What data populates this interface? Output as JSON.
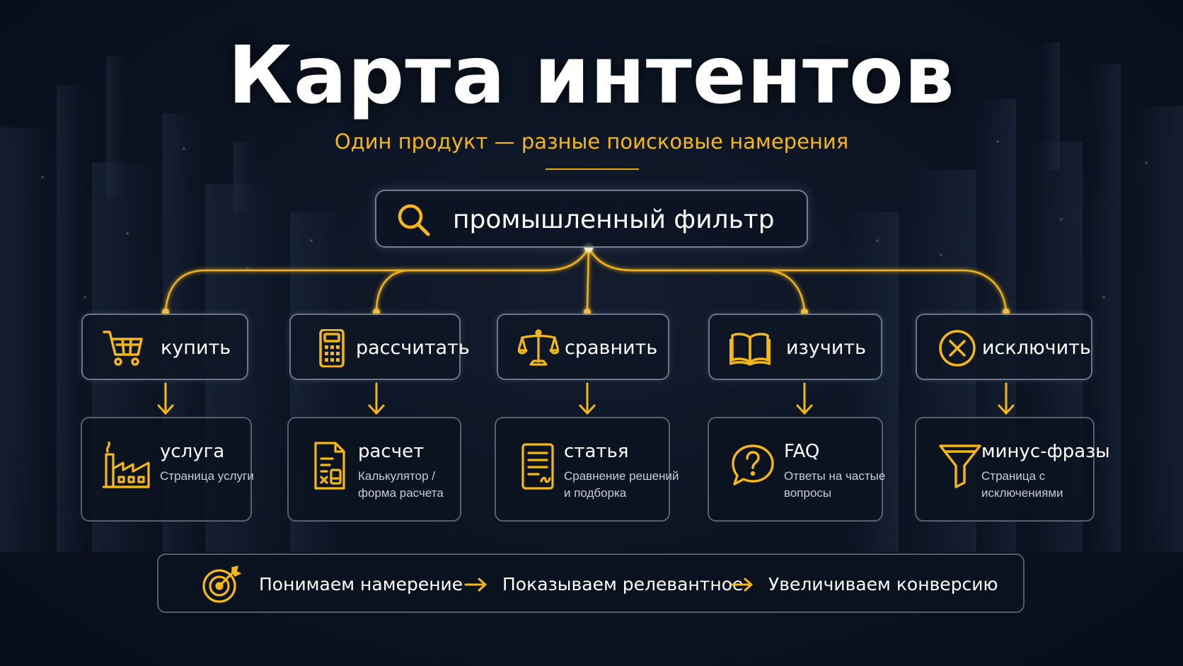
{
  "header": {
    "title": "Карта интентов",
    "subtitle": "Один продукт — разные поисковые намерения"
  },
  "search": {
    "icon": "search-icon",
    "query": "промышленный фильтр"
  },
  "intents": [
    {
      "label": "купить",
      "icon": "cart-icon"
    },
    {
      "label": "рассчитать",
      "icon": "calculator-icon"
    },
    {
      "label": "сравнить",
      "icon": "scales-icon"
    },
    {
      "label": "изучить",
      "icon": "book-icon"
    },
    {
      "label": "исключить",
      "icon": "x-circle-icon"
    }
  ],
  "pages": [
    {
      "title": "услуга",
      "desc_1": "Страница услуги",
      "desc_2": "",
      "icon": "factory-icon"
    },
    {
      "title": "расчет",
      "desc_1": "Калькулятор /",
      "desc_2": "форма расчета",
      "icon": "calc-document-icon"
    },
    {
      "title": "статья",
      "desc_1": "Сравнение решений",
      "desc_2": "и подборка",
      "icon": "document-icon"
    },
    {
      "title": "FAQ",
      "desc_1": "Ответы на частые",
      "desc_2": "вопросы",
      "icon": "question-bubble-icon"
    },
    {
      "title": "минус-фразы",
      "desc_1": "Страница с",
      "desc_2": "исключениями",
      "icon": "funnel-icon"
    }
  ],
  "pipeline": {
    "icon": "target-icon",
    "steps": [
      "Понимаем намерение",
      "Показываем релевантное",
      "Увеличиваем конверсию"
    ]
  },
  "colors": {
    "accent": "#f4b718",
    "background": "#0f1726",
    "text": "#ffffff",
    "muted_text": "#c7ccd5"
  }
}
